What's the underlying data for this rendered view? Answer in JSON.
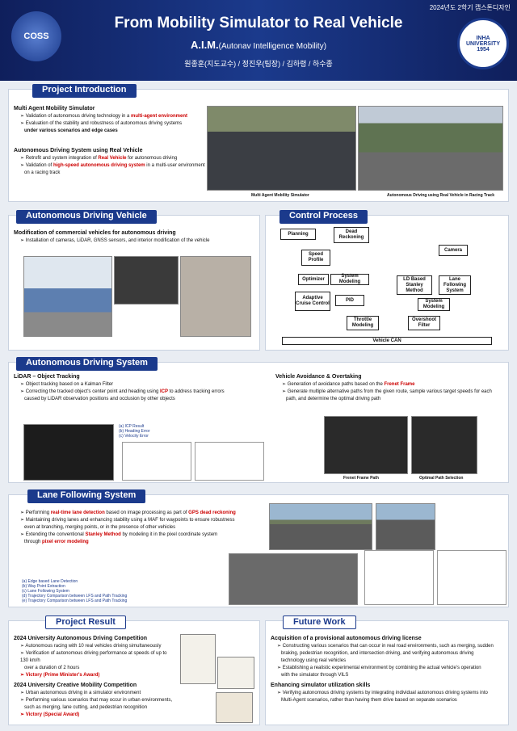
{
  "header": {
    "term": "2024년도 2학기 캡스톤디자인",
    "title": "From Mobility Simulator to Real Vehicle",
    "team": "A.I.M.",
    "team_sub": "(Autonav Intelligence Mobility)",
    "members": "원종훈(지도교수) / 정진우(팀장) / 김하령 / 하수종",
    "logo_left": "COSS",
    "logo_right": "INHA UNIVERSITY 1954"
  },
  "intro": {
    "title": "Project Introduction",
    "h1": "Multi Agent Mobility Simulator",
    "b1": "Validation of autonomous driving technology in a ",
    "b1r": "multi-agent environment",
    "b2": "Evaluation of the stability and robustness of autonomous driving systems",
    "b2b": "under various scenarios and edge cases",
    "h2": "Autonomous Driving System using Real Vehicle",
    "b3": "Retrofit and system integration of ",
    "b3r": "Real Vehicle",
    "b3e": " for autonomous driving",
    "b4": "Validation of ",
    "b4r": "high-speed autonomous driving system",
    "b4e": " in a multi-user environment",
    "b4b": "on a racing track",
    "cap1": "Multi Agent Mobility Simulator",
    "cap2": "Autonomous Driving using Real Vehicle in Racing Track"
  },
  "vehicle": {
    "title": "Autonomous Driving Vehicle",
    "h1": "Modification of commercial vehicles for autonomous driving",
    "b1": "Installation of cameras, LiDAR, GNSS sensors, and interior modification of the vehicle"
  },
  "control": {
    "title": "Control Process",
    "planning": "Planning",
    "dead": "Dead Reckoning",
    "speed": "Speed Profile",
    "camera": "Camera",
    "optimizer": "Optimizer",
    "sysmod": "System Modeling",
    "ld": "LD Based Stanley Method",
    "lane": "Lane Following System",
    "acc": "Adaptive Cruise Control",
    "pid": "PID",
    "sysmod2": "System Modeling",
    "throttle": "Throttle Modeling",
    "overshoot": "Overshoot Filter",
    "can": "Vehicle CAN"
  },
  "ads": {
    "title": "Autonomous Driving System",
    "h1": "LiDAR – Object Tracking",
    "b1": "Object tracking based on a Kalman Filter",
    "b2": "Correcting the tracked object's center point and heading using ",
    "b2r": "ICP",
    "b2e": " to address tracking errors",
    "b2b": "caused by LiDAR observation positions and occlusion by other objects",
    "h2": "Vehicle Avoidance & Overtaking",
    "b3": "Generation of avoidance paths based on the ",
    "b3r": "Frenet Frame",
    "b4": "Generate multiple alternative paths from the given route, sample various target speeds for each",
    "b4b": "path, and determine the optimal driving path",
    "lg1": "(a)   ICP Result",
    "lg2": "(b)   Heading Error",
    "lg3": "(c)   Velocity Error",
    "cap1": "Frenet Frame Path",
    "cap2": "Optimal Path Selection"
  },
  "lane": {
    "title": "Lane Following System",
    "b1": "Performing ",
    "b1r": "real-time lane detection",
    "b1m": " based on image processing as part of ",
    "b1r2": "GPS dead reckoning",
    "b2": "Maintaining driving lanes and enhancing stability using a MAF for waypoints to ensure robustness",
    "b2b": "even at branching, merging points, or in the presence of other vehicles",
    "b3": "Extending the conventional ",
    "b3r": "Stanley Method",
    "b3e": " by modeling it in the pixel coordinate system",
    "b3b": "through ",
    "b3r2": "pixel error modeling",
    "l1": "(a)   Edge based Lane Detection",
    "l2": "(b)   Way Point Extraction",
    "l3": "(c)   Lane Following System",
    "l4": "(d)   Trajectory Comparison between LFS and Path Tracking",
    "l5": "(e)   Trajectory Comparison between LFS and Path Tracking"
  },
  "result": {
    "title": "Project Result",
    "h1": "2024 University Autonomous Driving Competition",
    "b1": "Autonomous racing with 10 real vehicles driving simultaneously",
    "b2": "Verification of autonomous driving performance at speeds of up to 130 km/h",
    "b2b": "over a duration of 2 hours",
    "b3": "Victory (Prime Minister's Award)",
    "h2": "2024 University Creative Mobility Competition",
    "b4": "Urban autonomous driving in a simulator environment",
    "b5": "Performing various scenarios that may occur in urban environments,",
    "b5b": "such as merging, lane cutting, and pedestrian recognition",
    "b6": "Victory (Special Award)"
  },
  "future": {
    "title": "Future Work",
    "h1": "Acquisition of a provisional autonomous driving license",
    "b1": "Constructing various scenarios that can occur in real road environments, such as merging, sudden",
    "b1b": "braking, pedestrian recognition, and intersection driving, and verifying autonomous driving",
    "b1c": "technology using real vehicles",
    "b2": "Establishing a realistic experimental environment by combining the actual vehicle's operation",
    "b2b": "with the simulator through VILS",
    "h2": "Enhancing simulator utilization skills",
    "b3": "Verifying autonomous driving systems by integrating individual autonomous driving systems into",
    "b3b": "Multi-Agent scenarios, rather than having them drive based on separate scenarios"
  }
}
